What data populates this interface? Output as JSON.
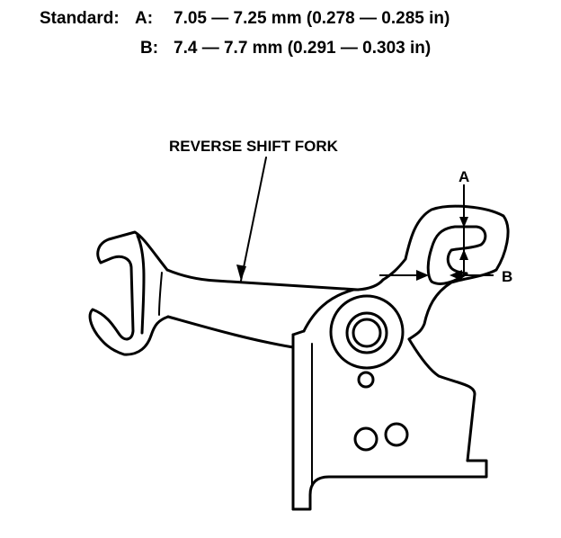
{
  "spec": {
    "prefix": "Standard:",
    "lines": [
      {
        "label": "A:",
        "value": "7.05 — 7.25 mm (0.278 — 0.285 in)"
      },
      {
        "label": "B:",
        "value": "7.4 — 7.7 mm (0.291 — 0.303 in)"
      }
    ]
  },
  "diagram": {
    "part_label": "REVERSE SHIFT FORK",
    "dim_a": "A",
    "dim_b": "B"
  }
}
